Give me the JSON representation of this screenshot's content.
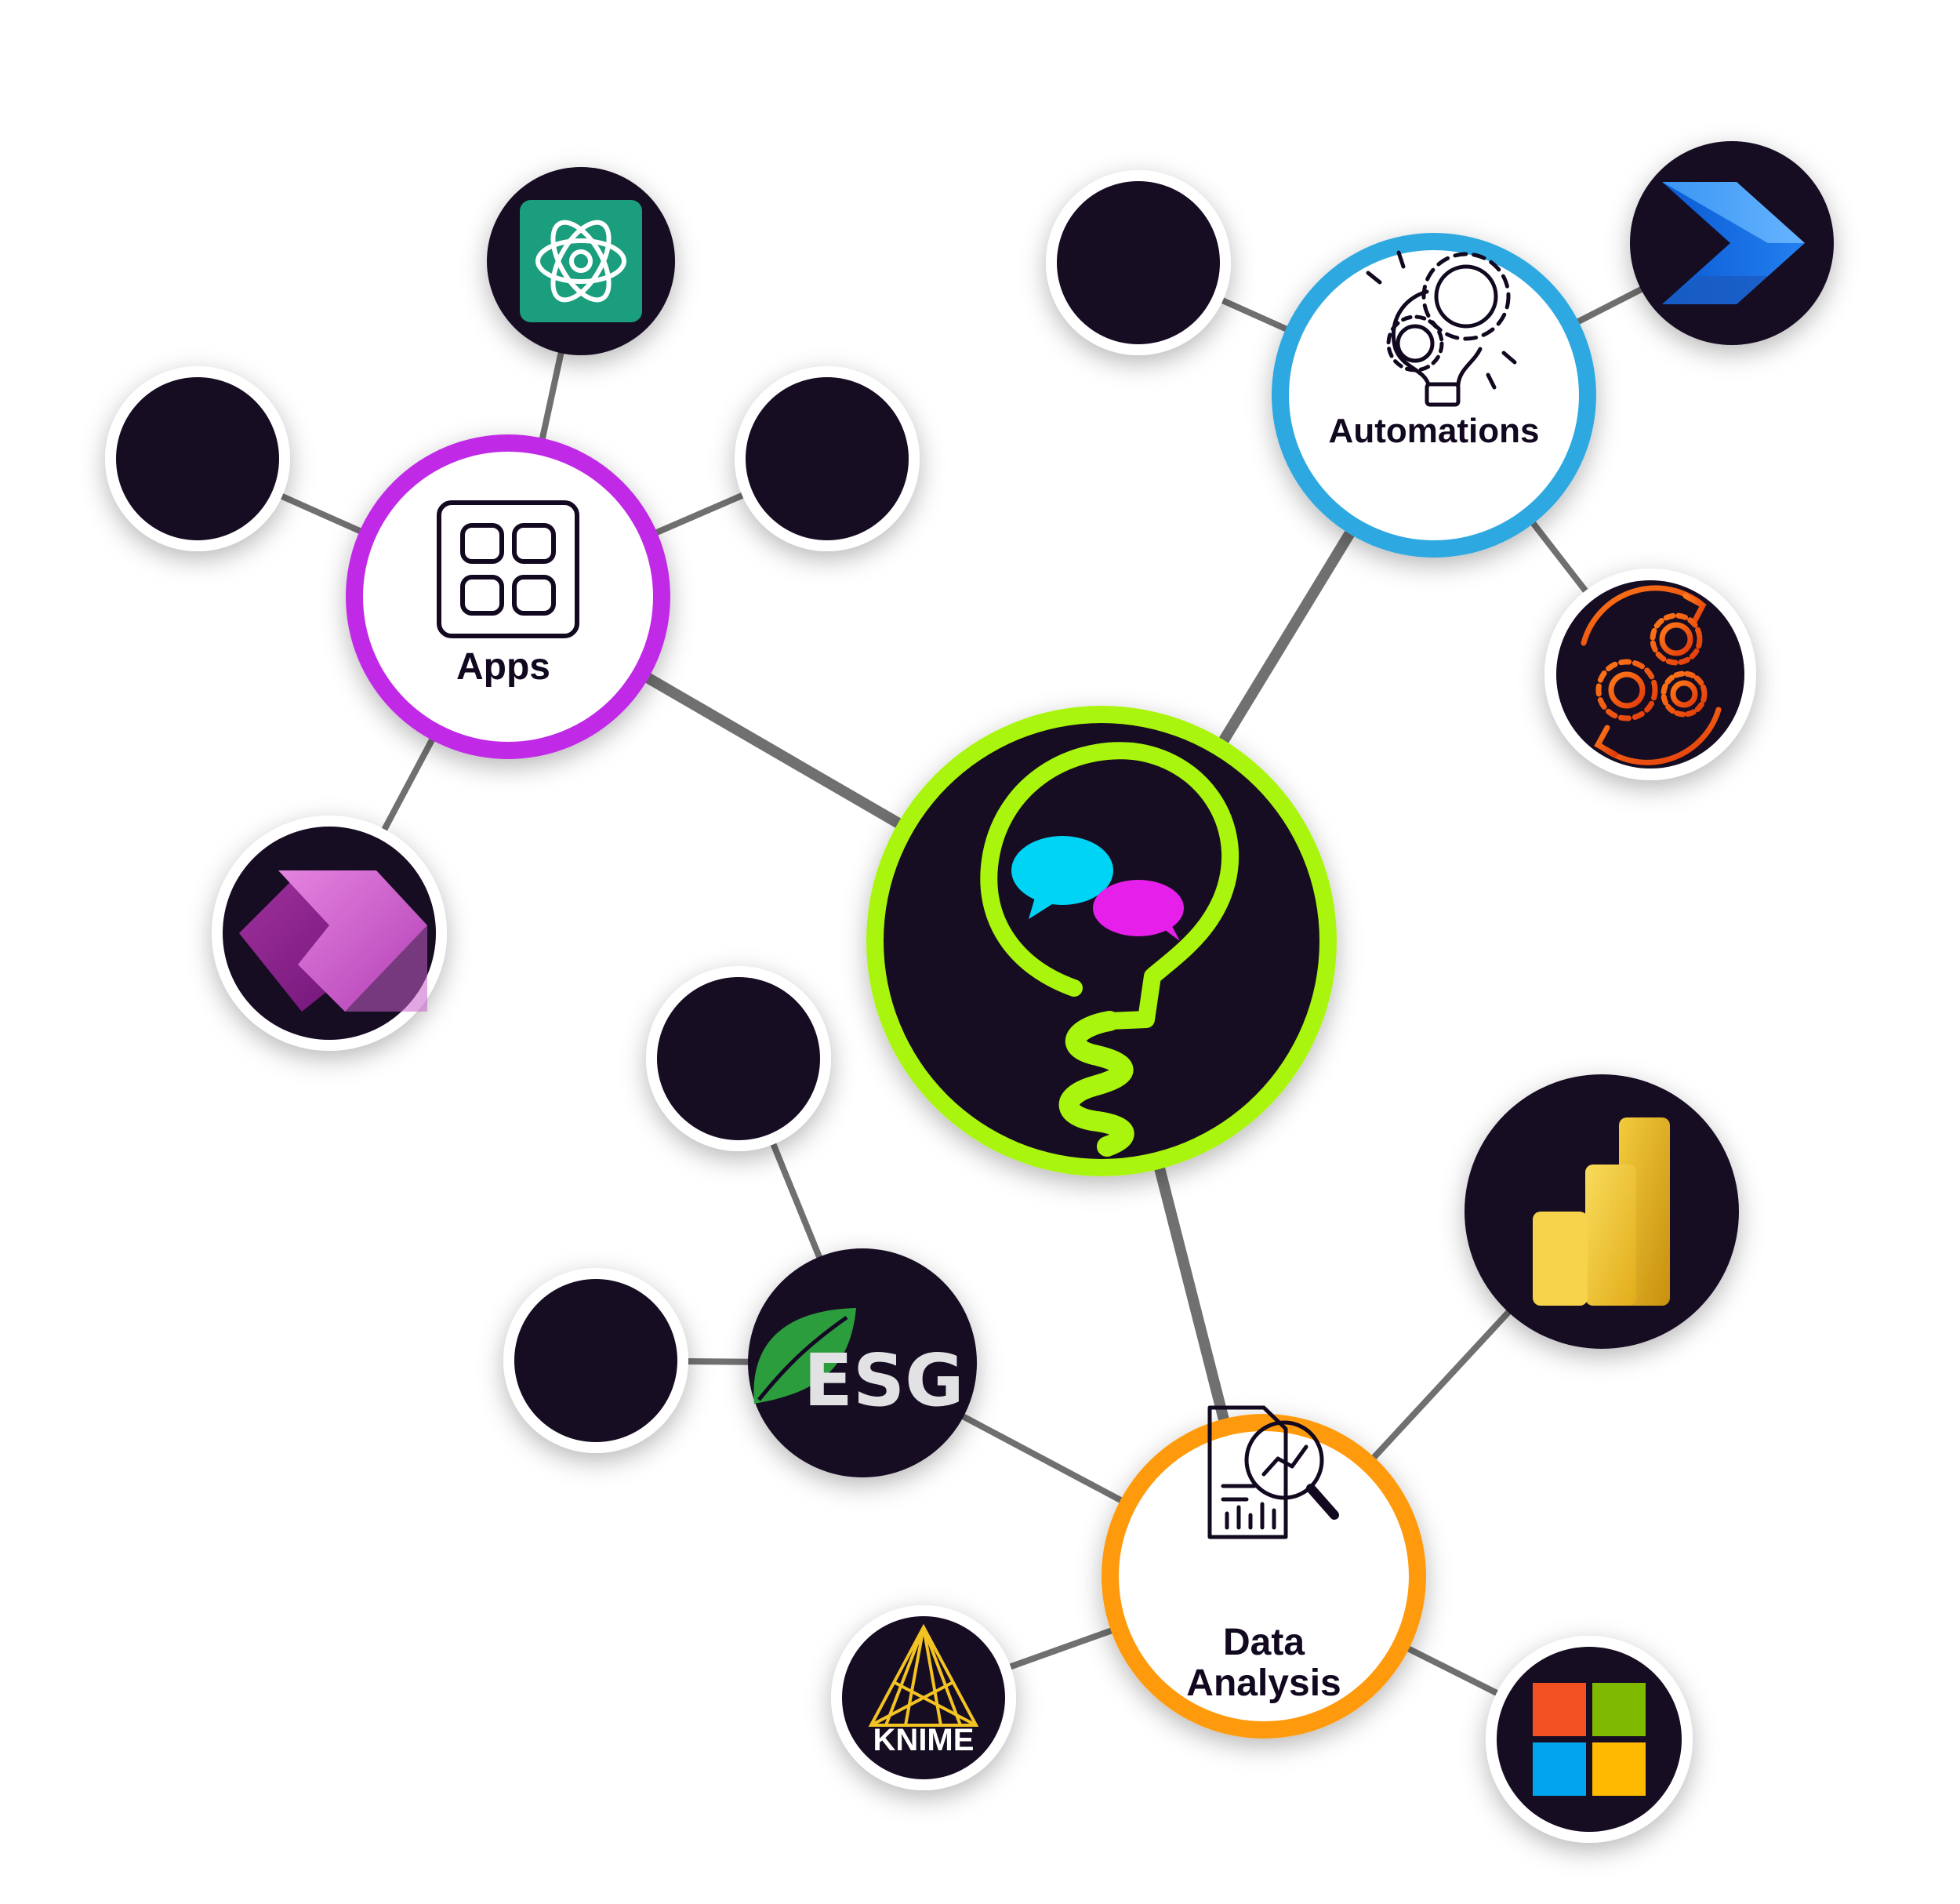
{
  "colors": {
    "dark": "#150824",
    "edge": "#707070",
    "center_ring": "#aaf50d",
    "apps_ring": "#c02ce6",
    "automations_ring": "#2ea8e0",
    "data_ring": "#ff9a0d",
    "bubble_cyan": "#00d4f5",
    "bubble_magenta": "#e61fea"
  },
  "hubs": {
    "apps": {
      "label": "Apps",
      "icon": "app-grid-icon"
    },
    "automations": {
      "label": "Automations",
      "icon": "gear-bulb-icon"
    },
    "data": {
      "label_line1": "Data",
      "label_line2": "Analysis",
      "icon": "report-magnifier-icon"
    }
  },
  "logos": {
    "center": "brain-chat-bulb-icon",
    "chatgpt": "openai-logo-icon",
    "power_apps": "power-apps-logo-icon",
    "power_automate": "power-automate-logo-icon",
    "process_gears": "cycle-gears-icon",
    "power_bi": "power-bi-logo-icon",
    "microsoft": "microsoft-logo-icon",
    "knime": {
      "icon": "knime-logo-icon",
      "text": "KNIME"
    },
    "esg": {
      "icon": "esg-leaf-icon",
      "text": "ESG"
    }
  }
}
